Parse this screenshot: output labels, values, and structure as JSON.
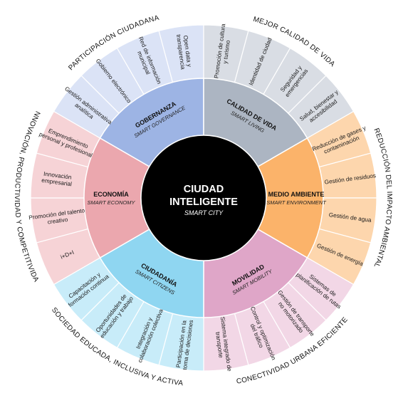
{
  "center": {
    "title_line1": "CIUDAD",
    "title_line2": "INTELIGENTE",
    "subtitle": "SMART CITY"
  },
  "dimensions": [
    {
      "title": "GOBERNANZA",
      "subtitle": "SMART GOVERNANCE",
      "outer_label": "PARTICIPACIÓN CIUDADANA",
      "colors": {
        "inner": "#9db4e4",
        "outer": "#dbe3f6"
      },
      "items": [
        {
          "lines": [
            "Gestión administrativa",
            "analítica"
          ]
        },
        {
          "lines": [
            "Gobierno electrónico"
          ]
        },
        {
          "lines": [
            "Red de información",
            "municipal"
          ]
        },
        {
          "lines": [
            "Open data y",
            "transparencia"
          ]
        }
      ]
    },
    {
      "title": "CALIDAD DE VIDA",
      "subtitle": "SMART LIVING",
      "outer_label": "MEJOR CALIDAD DE VIDA",
      "colors": {
        "inner": "#acb5c2",
        "outer": "#d9dde4"
      },
      "items": [
        {
          "lines": [
            "Promoción de cultura",
            "y turismo"
          ]
        },
        {
          "lines": [
            "Identidad de ciudad"
          ]
        },
        {
          "lines": [
            "Seguridad y",
            "emergencias"
          ]
        },
        {
          "lines": [
            "Salud, bienestar y",
            "accesibilidad"
          ]
        }
      ]
    },
    {
      "title": "MEDIO AMBIENTE",
      "subtitle": "SMART ENVIRONMENT",
      "outer_label": "REDUCCIÓN DEL IMPACTO AMBIENTAL",
      "colors": {
        "inner": "#fbb36a",
        "outer": "#fdd6ad"
      },
      "items": [
        {
          "lines": [
            "Reducción de gases y",
            "contaminación"
          ]
        },
        {
          "lines": [
            "Gestión de residuos"
          ]
        },
        {
          "lines": [
            "Gestión de agua"
          ]
        },
        {
          "lines": [
            "Gestión de energía"
          ]
        }
      ]
    },
    {
      "title": "MOVILIDAD",
      "subtitle": "SMART MOBILITY",
      "outer_label": "CONECTIVIDAD URBANA EFICIENTE",
      "colors": {
        "inner": "#dfa6c8",
        "outer": "#f2d7e6"
      },
      "items": [
        {
          "lines": [
            "Sistemas de",
            "planificación de rutas"
          ]
        },
        {
          "lines": [
            "Gestión de transporte",
            "no motorizado"
          ]
        },
        {
          "lines": [
            "Control y optimización",
            "del tráfico"
          ]
        },
        {
          "lines": [
            "Sistema integrado de",
            "transporte"
          ]
        }
      ]
    },
    {
      "title": "CIUDADANÍA",
      "subtitle": "SMART CITIZENS",
      "outer_label": "SOCIEDAD EDUCADA, INCLUSIVA Y ACTIVA",
      "colors": {
        "inner": "#8fd6f1",
        "outer": "#c8ecf9"
      },
      "items": [
        {
          "lines": [
            "Participación en la",
            "toma de decisiones"
          ]
        },
        {
          "lines": [
            "Integración y",
            "colaboración  colectiva"
          ]
        },
        {
          "lines": [
            "Oportunidades de",
            "educación y trabajo"
          ]
        },
        {
          "lines": [
            "Capacitación y",
            "formación continua"
          ]
        }
      ]
    },
    {
      "title": "ECONOMÍA",
      "subtitle": "SMART ECONOMY",
      "outer_label": "INNOVACIÓN, PRODUCTIVIDAD Y COMPETITIVIDAD",
      "colors": {
        "inner": "#eba7ae",
        "outer": "#f6d3d6"
      },
      "items": [
        {
          "lines": [
            "i+D+I"
          ]
        },
        {
          "lines": [
            "Promoción del talento",
            "creativo"
          ]
        },
        {
          "lines": [
            "Innovación",
            "empresarial"
          ]
        },
        {
          "lines": [
            "Emprendimiento",
            "personal y profesional"
          ]
        }
      ]
    }
  ]
}
